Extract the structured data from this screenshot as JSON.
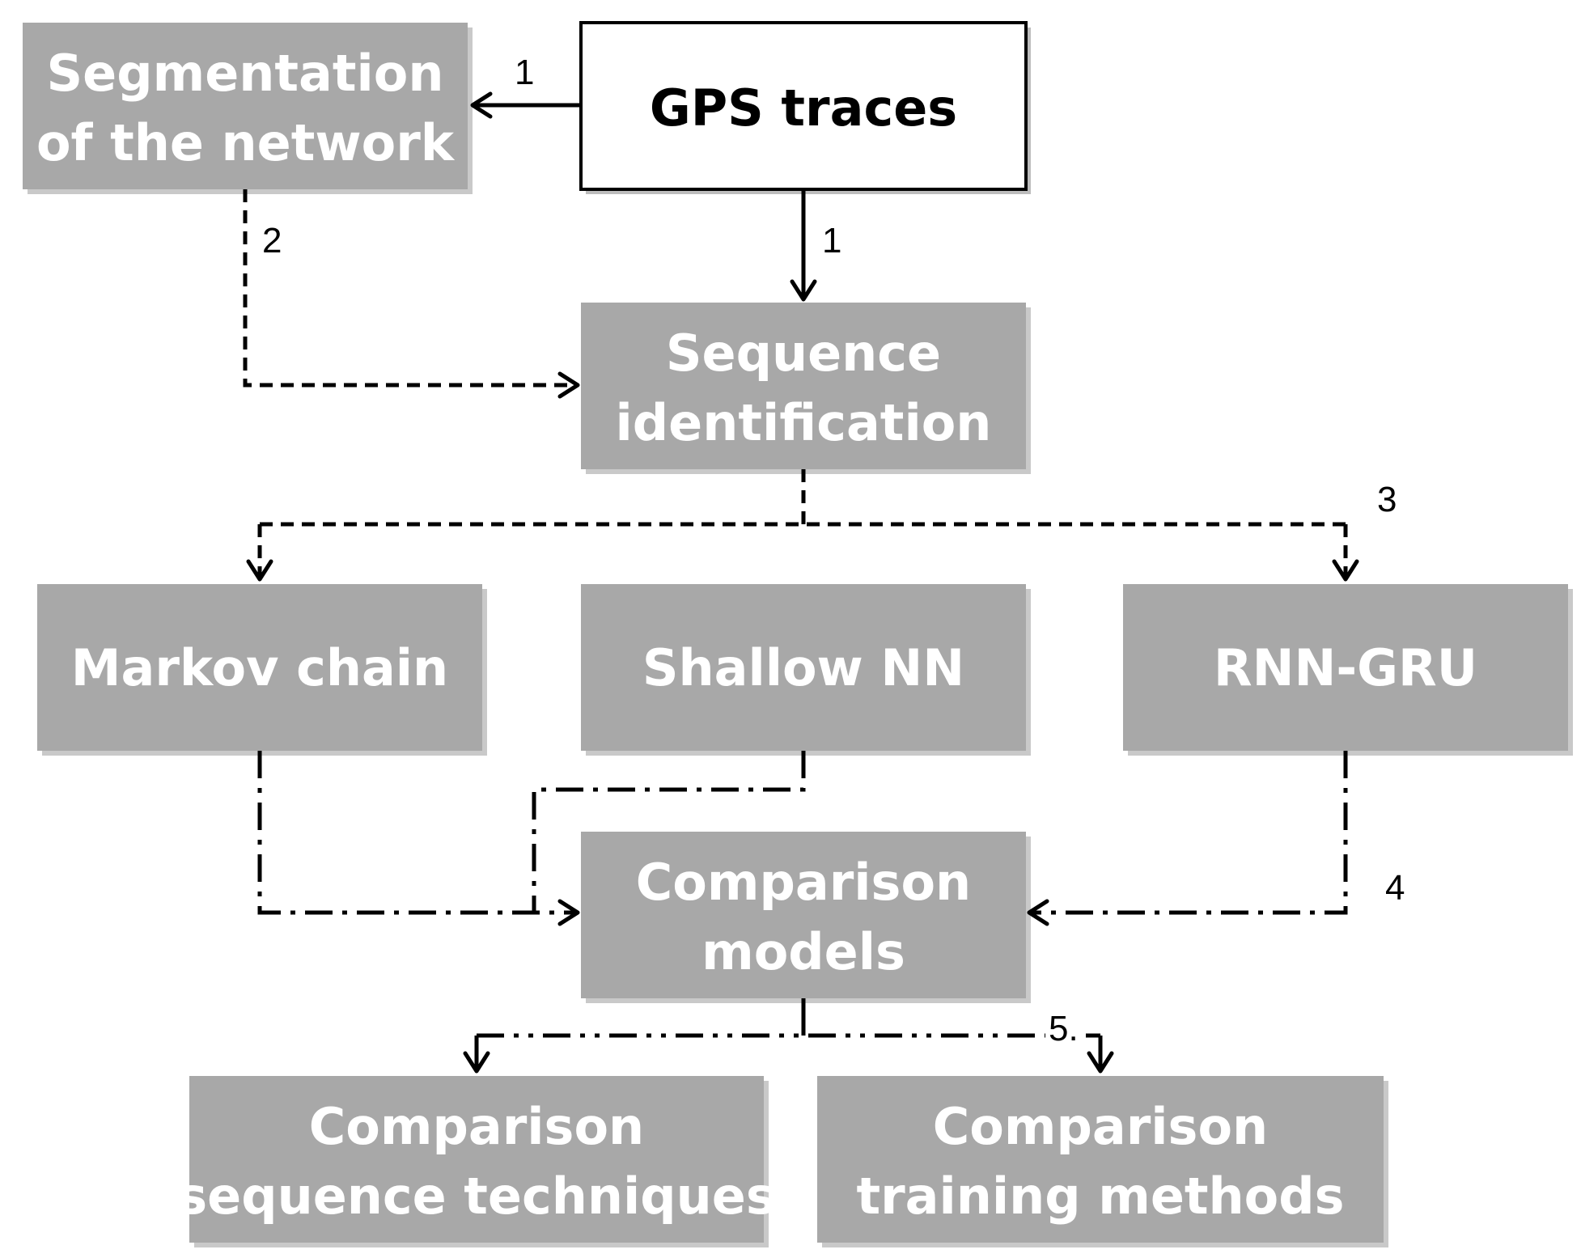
{
  "nodes": {
    "gps": {
      "lines": [
        "GPS traces"
      ]
    },
    "segmentation": {
      "lines": [
        "Segmentation",
        "of the network"
      ]
    },
    "sequence": {
      "lines": [
        "Sequence",
        "identification"
      ]
    },
    "markov": {
      "lines": [
        "Markov chain"
      ]
    },
    "shallow": {
      "lines": [
        "Shallow NN"
      ]
    },
    "rnn": {
      "lines": [
        "RNN-GRU"
      ]
    },
    "comparison_models": {
      "lines": [
        "Comparison",
        "models"
      ]
    },
    "comparison_sequence": {
      "lines": [
        "Comparison",
        "sequence techniques"
      ]
    },
    "comparison_training": {
      "lines": [
        "Comparison",
        "training methods"
      ]
    }
  },
  "edges": {
    "gps_to_segmentation": {
      "label": "1",
      "style": "solid"
    },
    "gps_to_sequence": {
      "label": "1",
      "style": "solid"
    },
    "segmentation_to_sequence": {
      "label": "2",
      "style": "dashed"
    },
    "sequence_to_models": {
      "label": "3",
      "style": "dashed"
    },
    "models_to_comparison": {
      "label": "4",
      "style": "dash-dot"
    },
    "comparison_to_outputs": {
      "label": "5.",
      "style": "dash-dot-dot"
    }
  },
  "colors": {
    "box_fill": "#a8a8a8",
    "box_text": "#ffffff",
    "gps_box_fill": "#ffffff",
    "gps_box_border": "#000000",
    "line": "#000000"
  }
}
